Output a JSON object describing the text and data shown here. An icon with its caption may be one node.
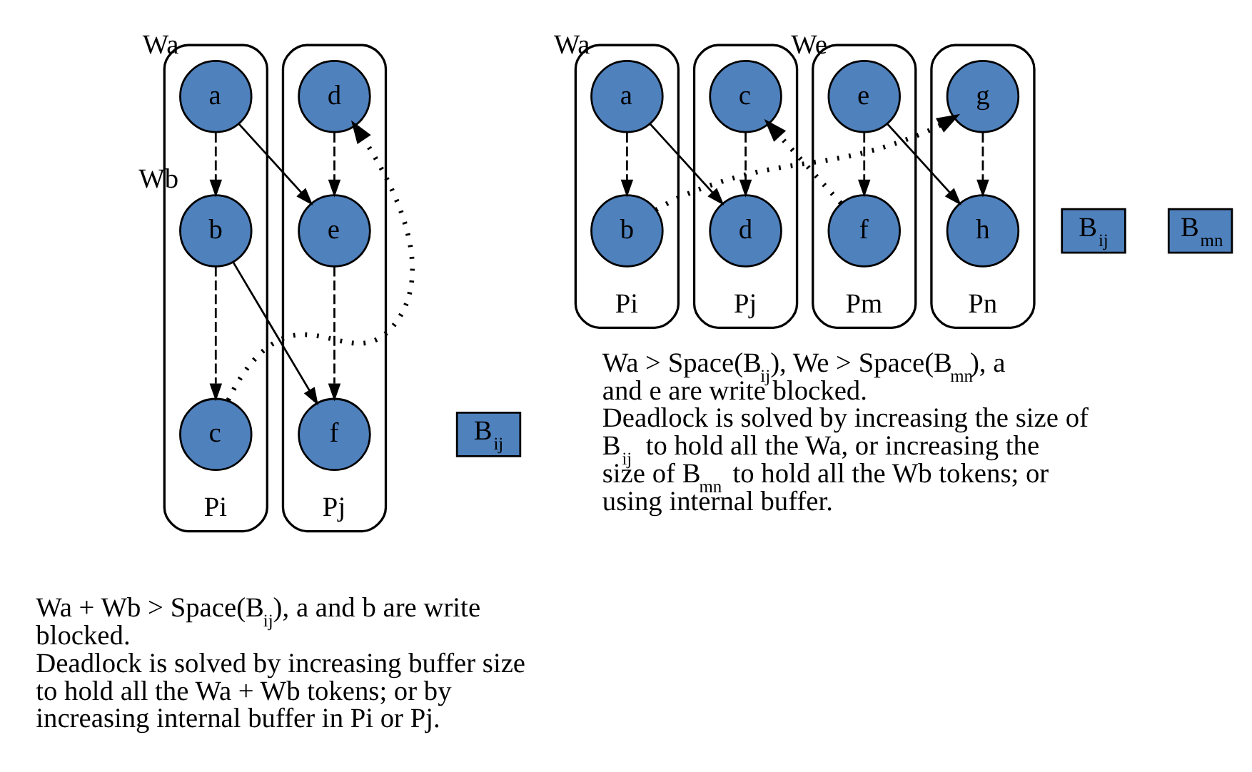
{
  "diagram": {
    "nodes": [
      {
        "text": [
          "Pi"
        ]
      },
      {
        "text": [
          "a"
        ],
        "in": 0,
        "beside": [
          "Wa"
        ]
      },
      {
        "text": [
          "b"
        ],
        "in": 0,
        "beside": [
          "Wb"
        ]
      },
      {
        "text": [
          "c"
        ],
        "in": 0
      },
      {
        "text": [
          "Pj"
        ]
      },
      {
        "text": [
          "d"
        ],
        "in": 4
      },
      {
        "text": [
          "e"
        ],
        "in": 4
      },
      {
        "text": [
          "f"
        ],
        "in": 4
      },
      {
        "text": [
          "B$_{ij}$"
        ]
      },
      {
        "text": [
          "Pi"
        ]
      },
      {
        "text": [
          "a"
        ],
        "in": 9,
        "beside": [
          "Wa"
        ]
      },
      {
        "text": [
          "b"
        ],
        "in": 9
      },
      {
        "text": [
          "Pj"
        ]
      },
      {
        "text": [
          "c"
        ],
        "in": 12
      },
      {
        "text": [
          "d"
        ],
        "in": 12
      },
      {
        "text": [
          "B$_{ij}$"
        ]
      },
      {
        "text": [
          "Pm"
        ]
      },
      {
        "text": [
          "e"
        ],
        "in": 16,
        "beside": [
          "We"
        ]
      },
      {
        "text": [
          "f"
        ],
        "in": 16
      },
      {
        "text": [
          "Pn"
        ]
      },
      {
        "text": [
          "g"
        ],
        "in": 19
      },
      {
        "text": [
          "h"
        ],
        "in": 19
      },
      {
        "text": [
          "B$_{mn}$"
        ]
      }
    ],
    "edges": [
      {
        "from": 1,
        "to": 2,
        "arrow": "to",
        "style": "dashed"
      },
      {
        "from": 2,
        "to": 3,
        "arrow": "to",
        "style": "dashed"
      },
      {
        "from": 5,
        "to": 6,
        "arrow": "to",
        "style": "dashed"
      },
      {
        "from": 6,
        "to": 7,
        "arrow": "to",
        "style": "dashed"
      },
      {
        "from": 1,
        "to": 6,
        "arrow": "to"
      },
      {
        "from": 2,
        "to": 7,
        "arrow": "to"
      },
      {
        "from": 3,
        "to": 5,
        "arrow": "to",
        "style": "dashed"
      },
      {
        "from": 10,
        "to": 11,
        "arrow": "to",
        "style": "dashed"
      },
      {
        "from": 13,
        "to": 14,
        "arrow": "to",
        "style": "dashed"
      },
      {
        "from": 10,
        "to": 14,
        "arrow": "to"
      },
      {
        "from": 17,
        "to": 18,
        "arrow": "to",
        "style": "dashed"
      },
      {
        "from": 20,
        "to": 21,
        "arrow": "to",
        "style": "dashed"
      },
      {
        "from": 17,
        "to": 21,
        "arrow": "to"
      },
      {
        "from": 18,
        "to": 13,
        "arrow": "to",
        "style": "dashed"
      },
      {
        "from": 11,
        "to": 20,
        "arrow": "to",
        "style": "dashed"
      }
    ],
    "labels": [
      "Wa + Wb > Space(B$_{ij}$), a and b are write blocked.",
      "Deadlock is solved by increasing buffer size to hold all the Wa + Wb tokens; or by increasing internal buffer in Pi or Pj.",
      "Wa > Space(B$_{ij}$), We > Space(B$_{mn}$), a and e are write blocked.",
      "Deadlock is solved by increasing the size of B$_{ij}$ to hold all the Wa, or increasing the size of B$_{mn}$ to hold all the Wb tokens; or using internal buffer."
    ]
  }
}
